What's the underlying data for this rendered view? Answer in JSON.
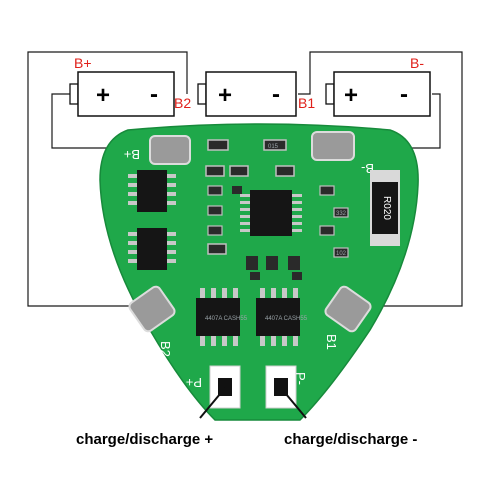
{
  "labels": {
    "b_plus": "B+",
    "b_minus": "B-",
    "b2": "B2",
    "b1": "B1",
    "cell_plus": "+",
    "cell_minus": "-"
  },
  "board": {
    "silk_b_plus": "B+",
    "silk_b_minus": "B-",
    "silk_b2": "B2",
    "silk_b1": "B1",
    "silk_p_plus": "P+",
    "silk_p_minus": "P-",
    "resistor_text": "R020",
    "mosfet_text": "4407A CASH55",
    "mark_015": "015",
    "mark_332": "332",
    "mark_102": "102"
  },
  "captions": {
    "left": "charge/discharge +",
    "right": "charge/discharge -"
  },
  "colors": {
    "label_red": "#e0201a",
    "pcb_green": "#1fa84a",
    "pad_gray": "#9a9a9a",
    "chip_black": "#151515"
  }
}
